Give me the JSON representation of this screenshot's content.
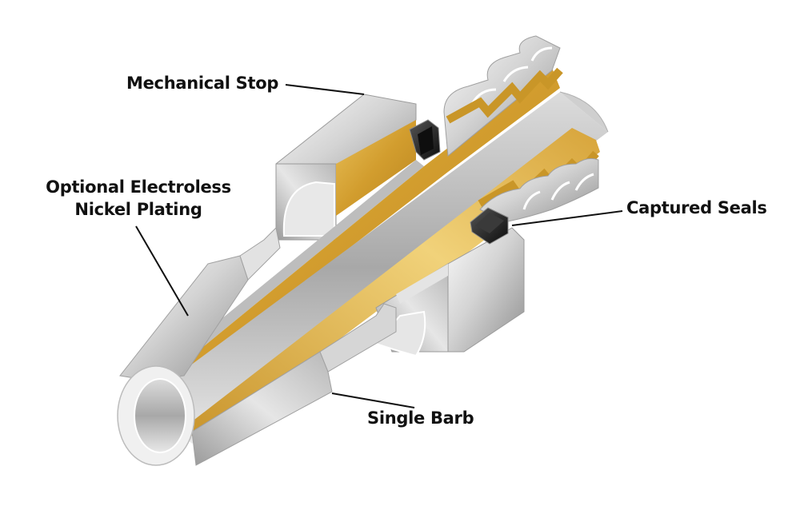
{
  "diagram": {
    "subject": "Barbed hose fitting cutaway",
    "colors": {
      "background": "#ffffff",
      "metal_light": "#f2f2f2",
      "metal_mid": "#c4c4c4",
      "metal_dark": "#8e8e8e",
      "plating_gold": "#d9a63a",
      "plating_gold_light": "#f0cf6a",
      "seal_black": "#1a1a1a",
      "leader_line": "#111111",
      "label_text": "#111111"
    },
    "labels": {
      "mechanical_stop": "Mechanical Stop",
      "nickel_plating_line1": "Optional Electroless",
      "nickel_plating_line2": "Nickel Plating",
      "captured_seals": "Captured Seals",
      "single_barb": "Single Barb"
    }
  }
}
